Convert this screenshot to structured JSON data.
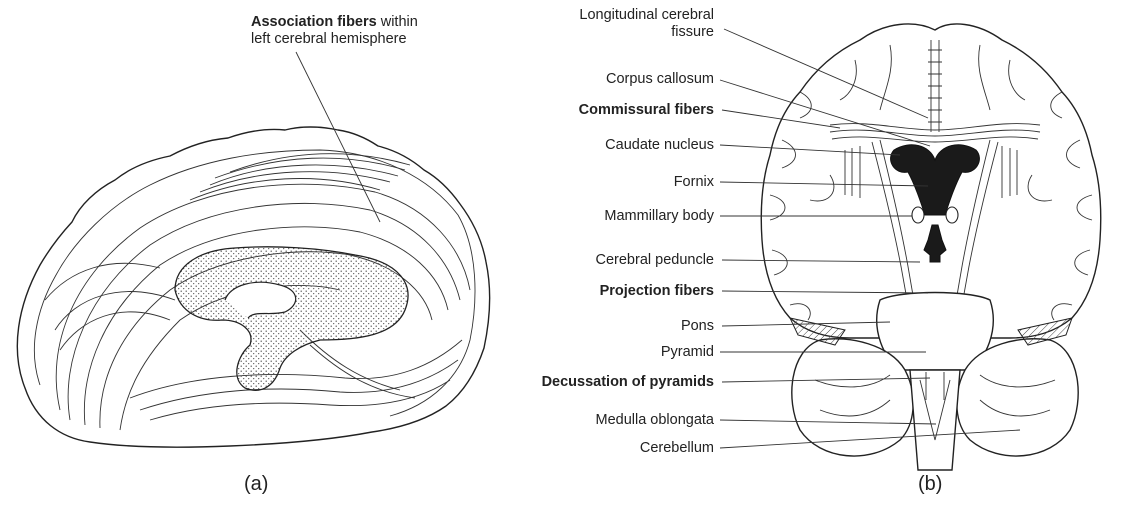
{
  "panel_a": {
    "letter": "(a)",
    "association_bold": "Association fibers",
    "association_rest": " within",
    "association_line2": "left cerebral hemisphere"
  },
  "panel_b": {
    "letter": "(b)",
    "labels": {
      "longitudinal_1": "Longitudinal cerebral",
      "longitudinal_2": "fissure",
      "corpus_callosum": "Corpus callosum",
      "commissural": "Commissural fibers",
      "caudate": "Caudate nucleus",
      "fornix": "Fornix",
      "mammillary": "Mammillary body",
      "peduncle": "Cerebral peduncle",
      "projection": "Projection fibers",
      "pons": "Pons",
      "pyramid": "Pyramid",
      "decussation": "Decussation of pyramids",
      "medulla": "Medulla oblongata",
      "cerebellum": "Cerebellum"
    }
  }
}
